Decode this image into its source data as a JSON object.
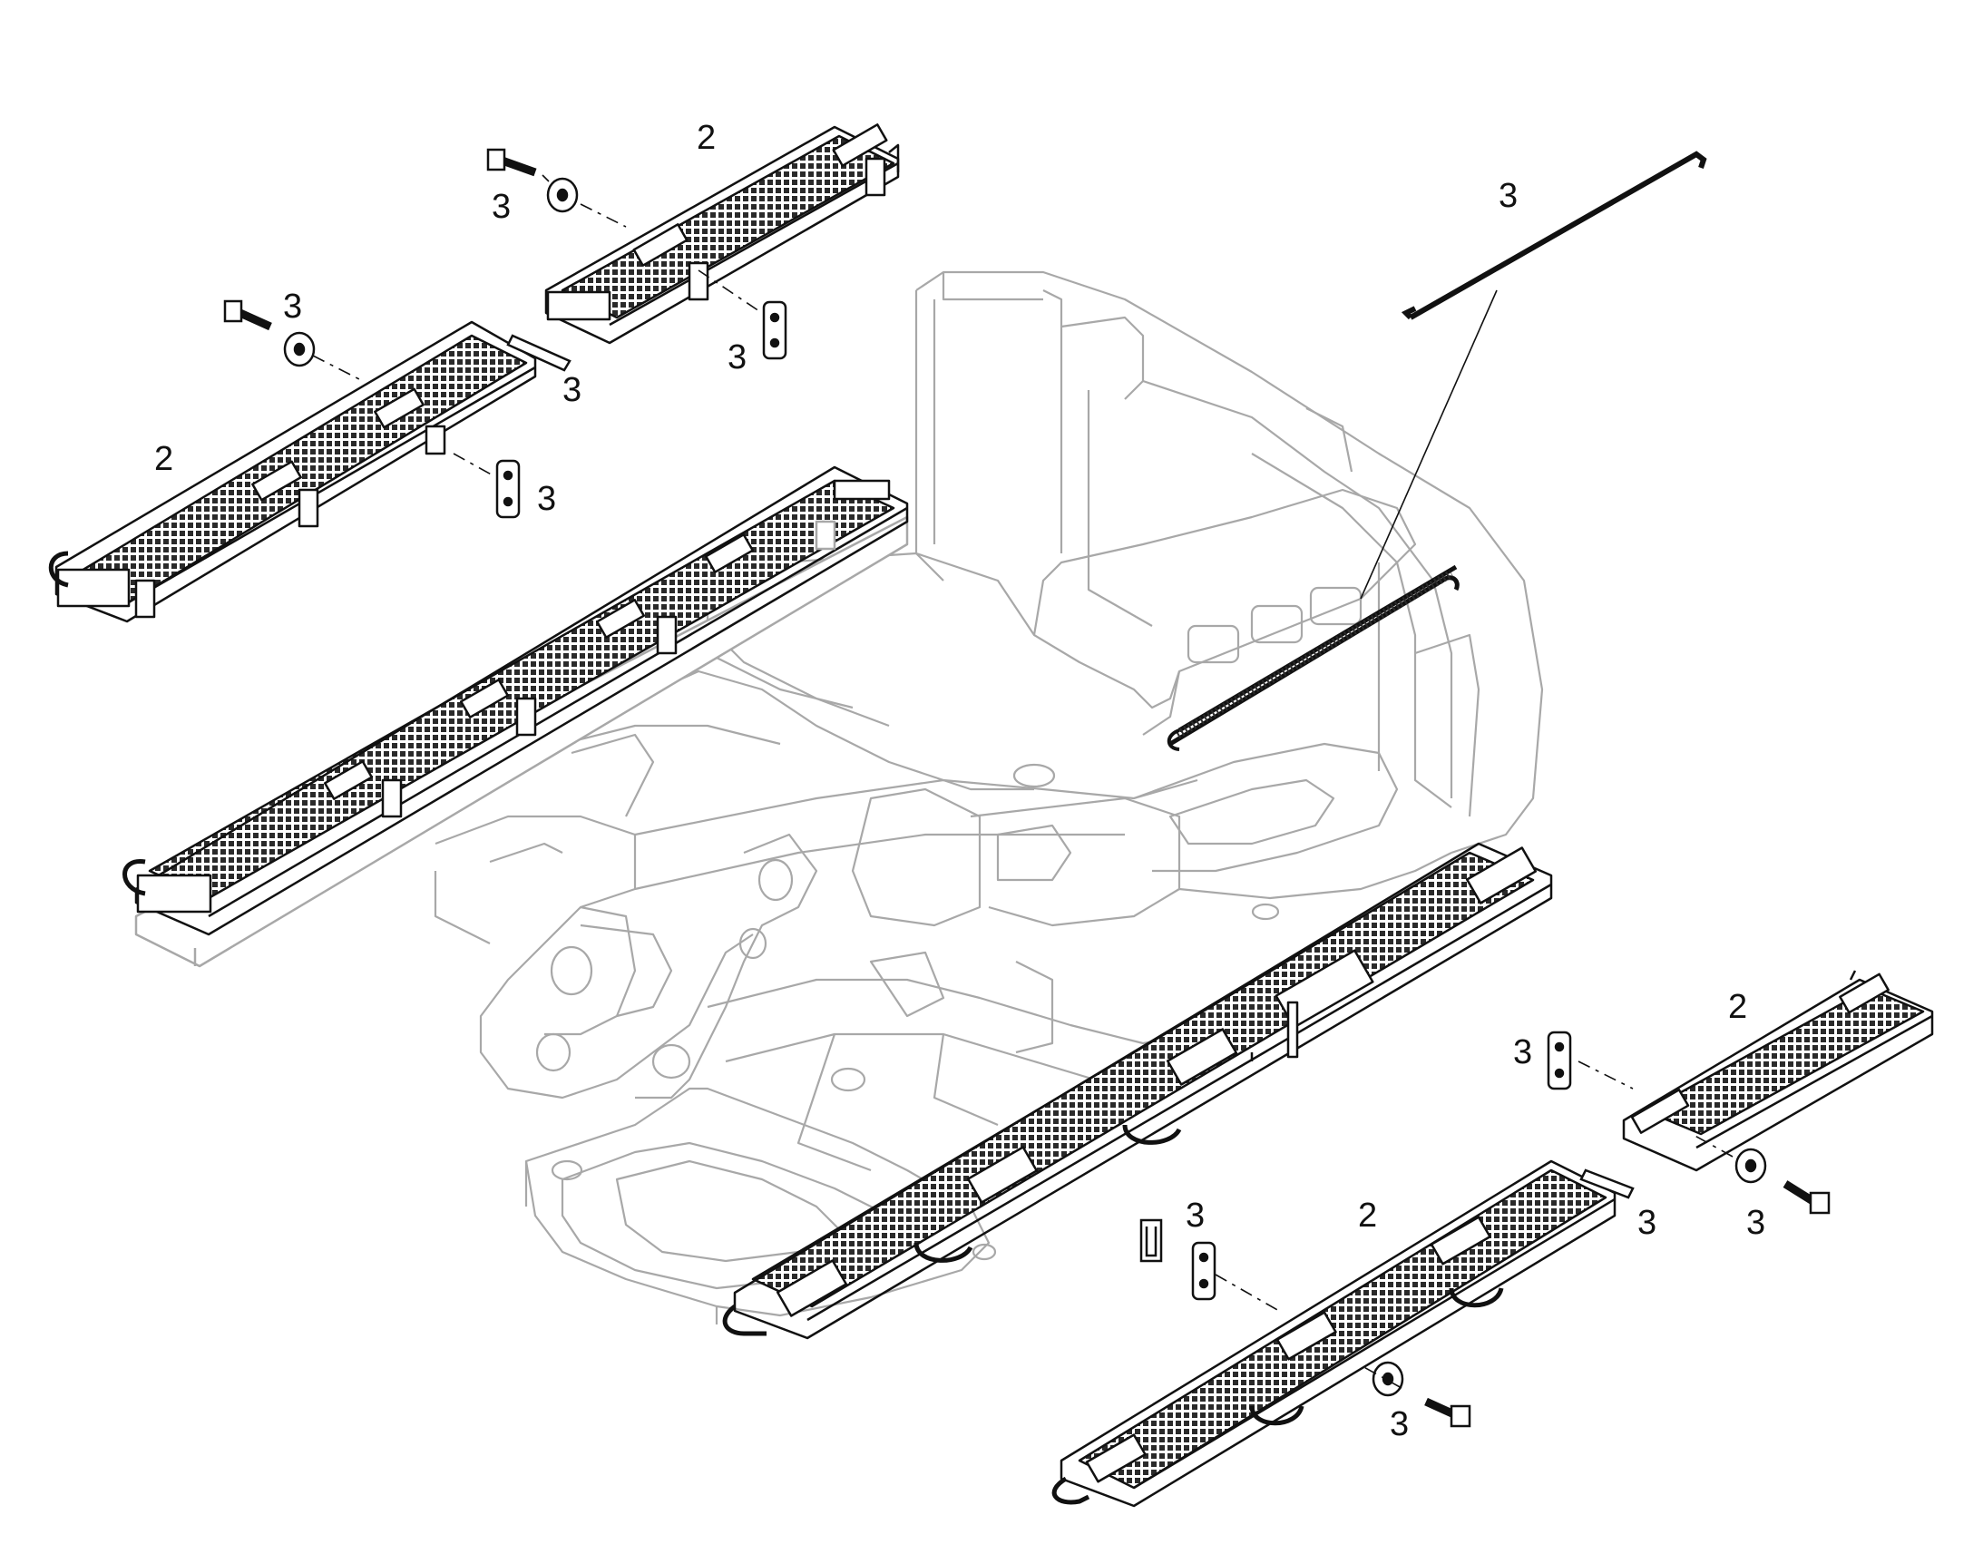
{
  "colors": {
    "background": "#ffffff",
    "ink": "#111111",
    "frame_line": "#a8a8a8",
    "mesh": "#2a2a2a"
  },
  "callouts": [
    {
      "id": "step-upper-right",
      "text": "2"
    },
    {
      "id": "bolt-upper-right",
      "text": "3"
    },
    {
      "id": "handrail",
      "text": "3"
    },
    {
      "id": "step-upper-left",
      "text": "3"
    },
    {
      "id": "plate-upper-right",
      "text": "3"
    },
    {
      "id": "link-upper",
      "text": "3"
    },
    {
      "id": "step-left",
      "text": "2"
    },
    {
      "id": "plate-upper-left",
      "text": "3"
    },
    {
      "id": "step-lower-right",
      "text": "2"
    },
    {
      "id": "plate-lower-right",
      "text": "3"
    },
    {
      "id": "link-lower",
      "text": "3"
    },
    {
      "id": "bolt-lower-right",
      "text": "3"
    },
    {
      "id": "clip-lower",
      "text": "3"
    },
    {
      "id": "step-lower",
      "text": "2"
    },
    {
      "id": "bolt-lower",
      "text": "3"
    }
  ]
}
